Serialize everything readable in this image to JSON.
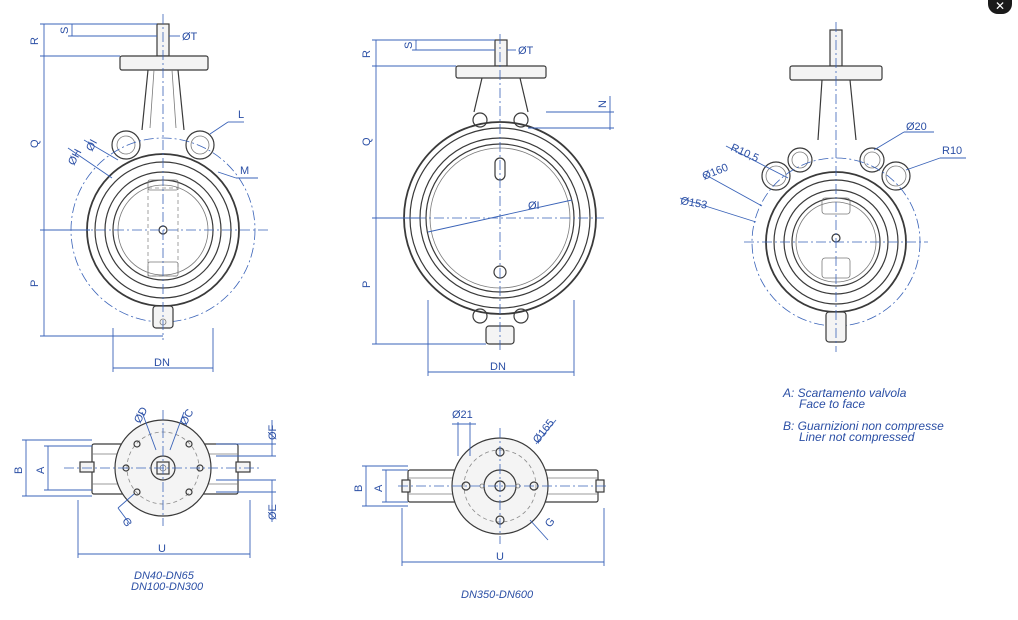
{
  "close_button": {
    "label": "✕",
    "icon": "close-icon"
  },
  "colors": {
    "dimension": "#2b4fa5",
    "outline": "#3a3a3a",
    "centerline": "#3a63b8"
  },
  "view1": {
    "R": "R",
    "S": "S",
    "T": "ØT",
    "Q": "Q",
    "H": "ØH",
    "I": "ØI",
    "L": "L",
    "M": "M",
    "P": "P",
    "DN": "DN"
  },
  "view2": {
    "R": "R",
    "S": "S",
    "T": "ØT",
    "N": "N",
    "Q": "Q",
    "I": "ØI",
    "P": "P",
    "DN": "DN"
  },
  "view3": {
    "d20": "Ø20",
    "r10": "R10",
    "r105": "R10,5",
    "d160": "Ø160",
    "d153": "Ø153"
  },
  "bottom1": {
    "D": "ØD",
    "C": "ØC",
    "F": "ØF",
    "E": "ØE",
    "B": "B",
    "A": "A",
    "G": "G",
    "U": "U",
    "caption1": "DN40-DN65",
    "caption2": "DN100-DN300"
  },
  "bottom2": {
    "d21": "Ø21",
    "d165": "Ø165",
    "B": "B",
    "A": "A",
    "G": "G",
    "U": "U",
    "caption": "DN350-DN600"
  },
  "notes": {
    "a1": "A: Scartamento valvola",
    "a2": "Face to face",
    "b1": "B: Guarnizioni non compresse",
    "b2": "Liner not compressed"
  }
}
